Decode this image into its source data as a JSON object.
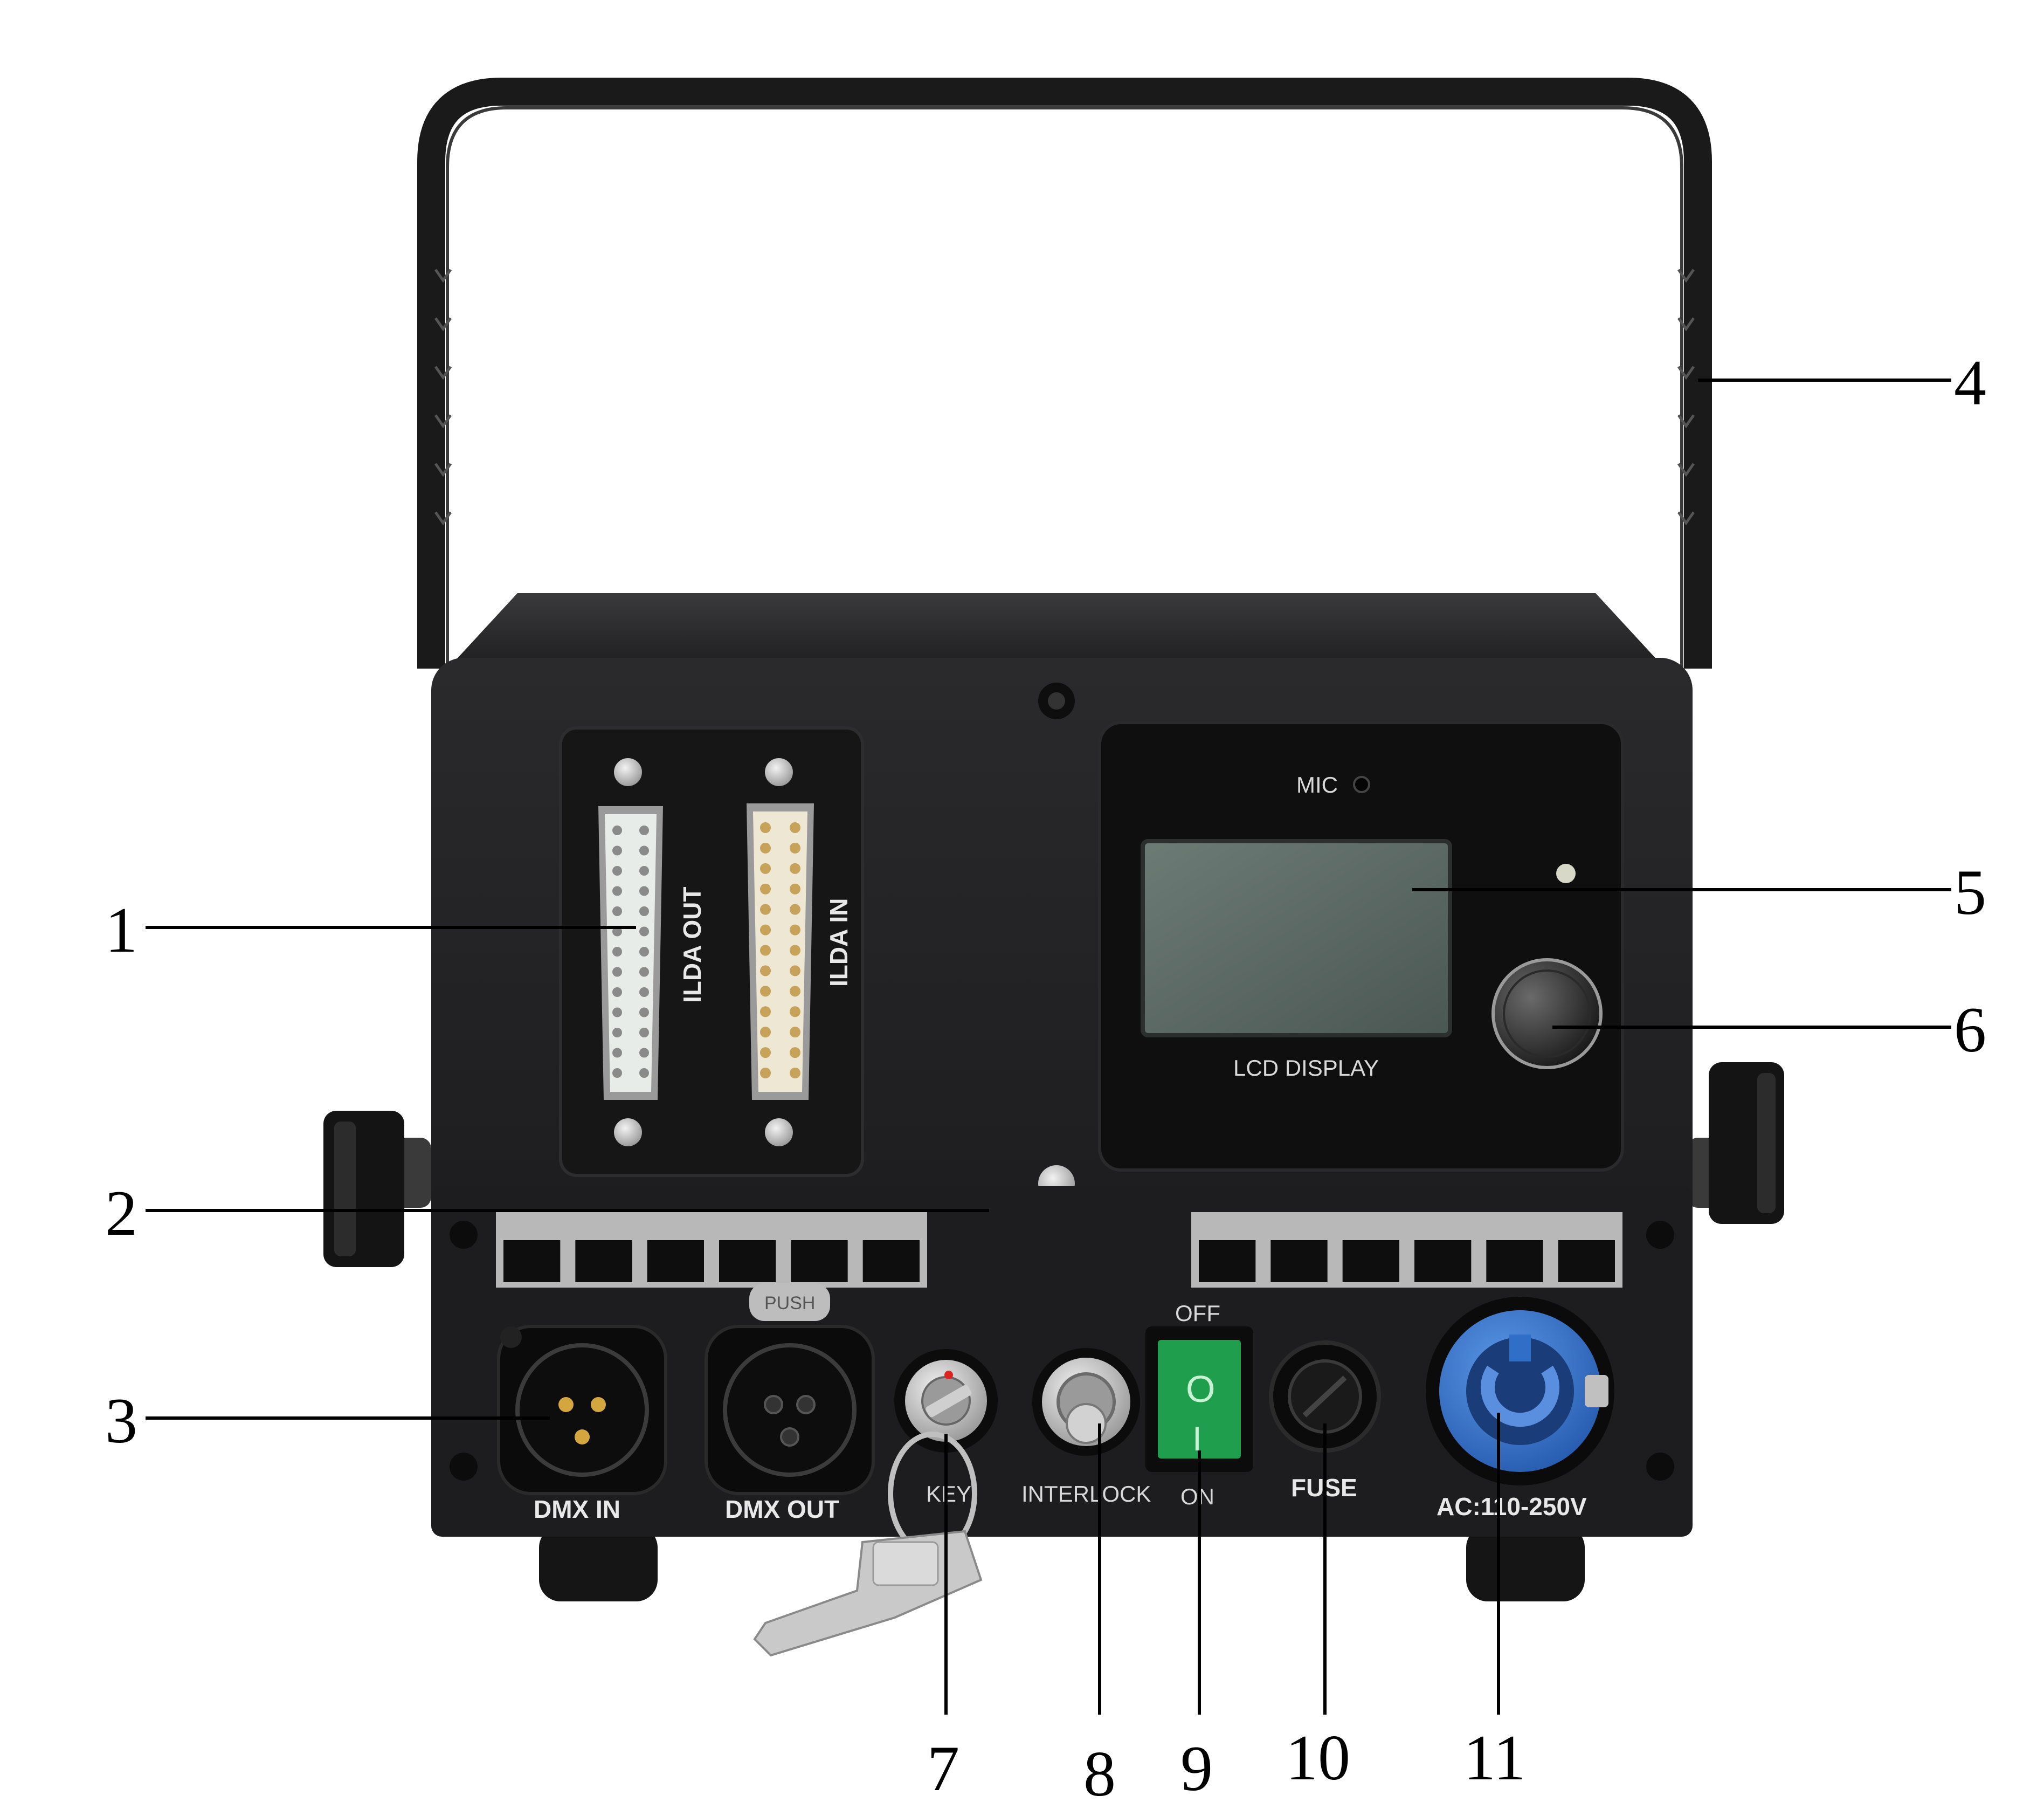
{
  "labels": {
    "ilda_out": "ILDA OUT",
    "ilda_in": "ILDA IN",
    "mic": "MIC",
    "lcd_display": "LCD DISPLAY",
    "push": "PUSH",
    "dmx_in": "DMX IN",
    "dmx_out": "DMX OUT",
    "key": "KEY",
    "interlock": "INTERLOCK",
    "off": "OFF",
    "on": "ON",
    "switch_off_mark": "O",
    "switch_on_mark": "I",
    "fuse": "FUSE",
    "ac_rating": "AC:110-250V"
  },
  "callouts": [
    "1",
    "2",
    "3",
    "4",
    "5",
    "6",
    "7",
    "8",
    "9",
    "10",
    "11"
  ],
  "colors": {
    "body": "#1b1b1d",
    "panel": "#222224",
    "handle": "#1a1a1a",
    "lcd": "#5c6a66",
    "switch": "#1e9a4a",
    "powercon": "#2f6fc8",
    "metal": "#bdbdbd"
  }
}
